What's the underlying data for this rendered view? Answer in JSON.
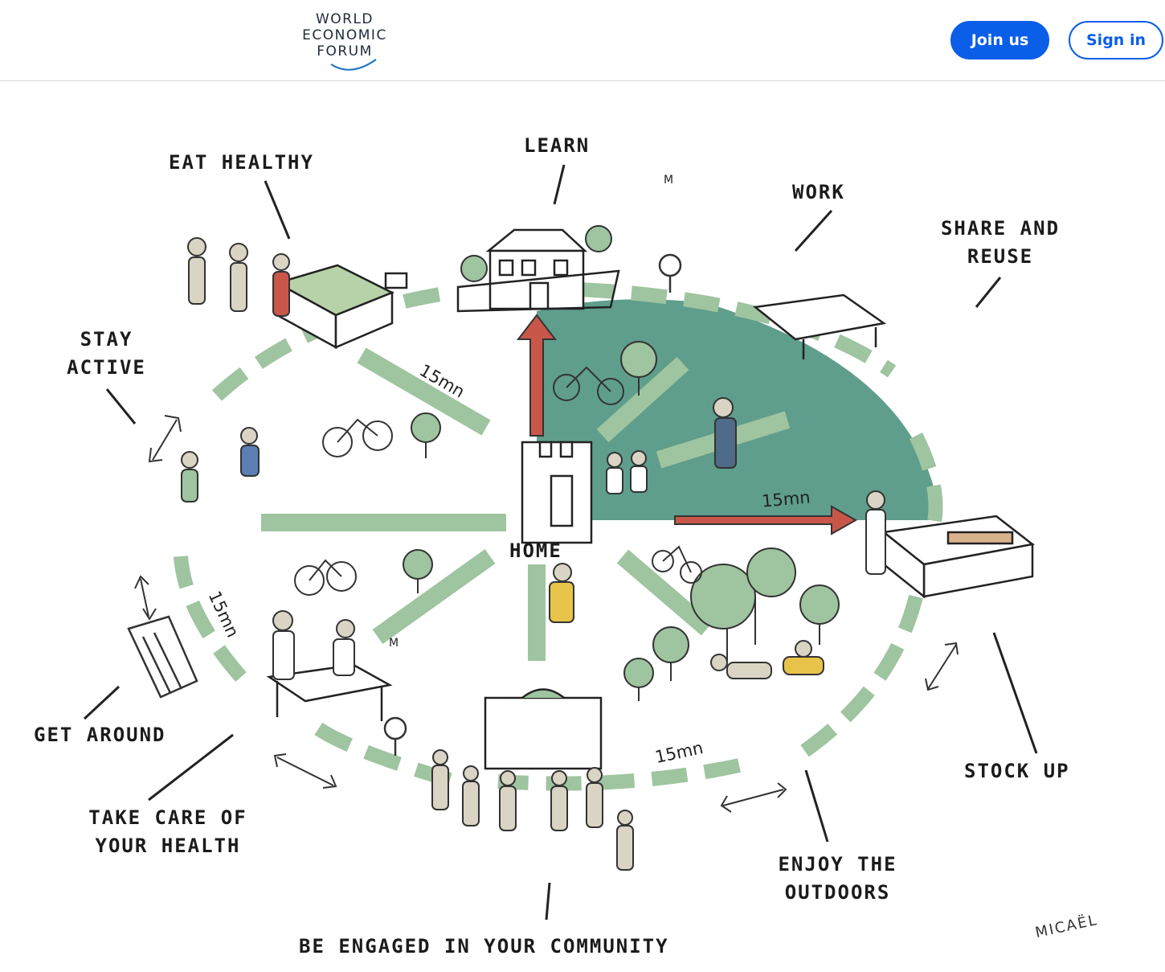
{
  "header": {
    "logo": {
      "lines": [
        "WORLD",
        "ECONOMIC",
        "FORUM"
      ]
    },
    "join_label": "Join us",
    "signin_label": "Sign in"
  },
  "diagram": {
    "center_label": "HOME",
    "labels": {
      "eat_healthy": "EAT HEALTHY",
      "learn": "LEARN",
      "work": "WORK",
      "share_reuse_1": "SHARE AND",
      "share_reuse_2": "REUSE",
      "stay_active_1": "STAY",
      "stay_active_2": "ACTIVE",
      "get_around": "GET AROUND",
      "take_care_1": "TAKE CARE OF",
      "take_care_2": "YOUR HEALTH",
      "stock_up": "STOCK UP",
      "enjoy_1": "ENJOY THE",
      "enjoy_2": "OUTDOORS",
      "community": "BE ENGAGED IN YOUR COMMUNITY"
    },
    "time_labels": {
      "top": "15mn",
      "right": "15mn",
      "left": "15mn",
      "bottom": "15mn"
    },
    "metro_sign": "M",
    "signature": "MICAËL",
    "colors": {
      "quadrant": "#5f9e8c",
      "path": "#9fc4a0",
      "arrow": "#c8574a"
    }
  }
}
